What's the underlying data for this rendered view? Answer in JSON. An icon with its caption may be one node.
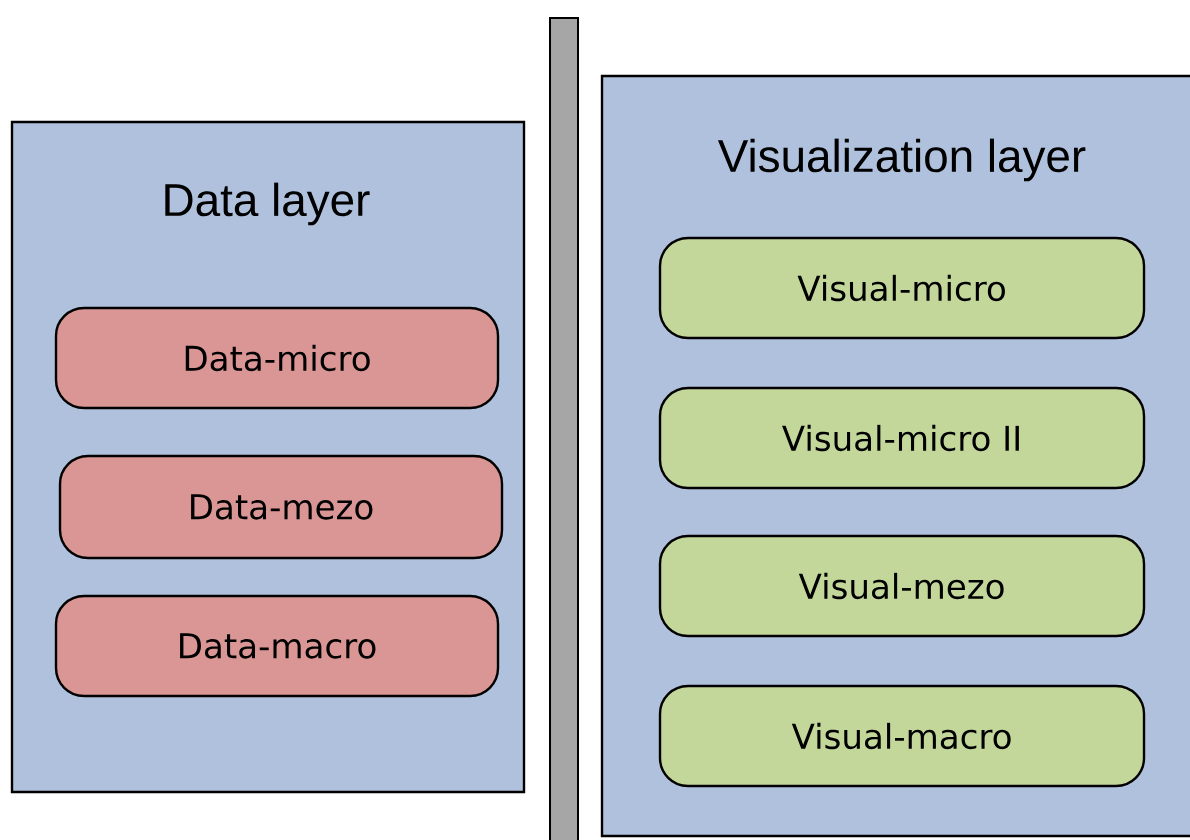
{
  "diagram": {
    "nodes": [
      {
        "text": [
          "Data layer"
        ]
      },
      {
        "text": [
          "Data-micro"
        ],
        "in": 0
      },
      {
        "text": [
          "Data-mezo"
        ],
        "in": 0
      },
      {
        "text": [
          "Data-macro"
        ],
        "in": 0
      },
      {
        "text": [],
        "shape": "bar"
      },
      {
        "text": [
          "Visualization layer"
        ]
      },
      {
        "text": [
          "Visual-micro"
        ],
        "in": 5
      },
      {
        "text": [
          "Visual-micro II"
        ],
        "in": 5
      },
      {
        "text": [
          "Visual-mezo"
        ],
        "in": 5
      },
      {
        "text": [
          "Visual-macro"
        ],
        "in": 5
      }
    ]
  }
}
